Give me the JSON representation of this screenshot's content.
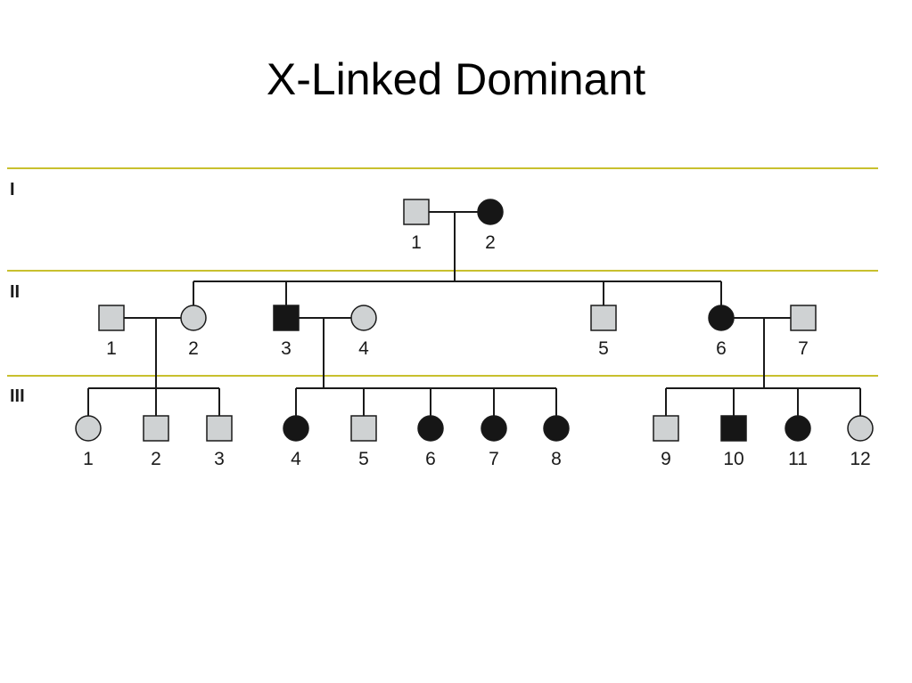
{
  "title": "X-Linked Dominant",
  "colors": {
    "affected": "#161616",
    "unaffected": "#cfd2d3",
    "outline": "#1a1a1a",
    "band": "#c8c02e"
  },
  "generations": [
    {
      "label": "I",
      "individuals": [
        {
          "id": "1",
          "sex": "male",
          "affected": false
        },
        {
          "id": "2",
          "sex": "female",
          "affected": true
        }
      ]
    },
    {
      "label": "II",
      "individuals": [
        {
          "id": "1",
          "sex": "male",
          "affected": false
        },
        {
          "id": "2",
          "sex": "female",
          "affected": false
        },
        {
          "id": "3",
          "sex": "male",
          "affected": true
        },
        {
          "id": "4",
          "sex": "female",
          "affected": false
        },
        {
          "id": "5",
          "sex": "male",
          "affected": false
        },
        {
          "id": "6",
          "sex": "female",
          "affected": true
        },
        {
          "id": "7",
          "sex": "male",
          "affected": false
        }
      ]
    },
    {
      "label": "III",
      "individuals": [
        {
          "id": "1",
          "sex": "female",
          "affected": false
        },
        {
          "id": "2",
          "sex": "male",
          "affected": false
        },
        {
          "id": "3",
          "sex": "male",
          "affected": false
        },
        {
          "id": "4",
          "sex": "female",
          "affected": true
        },
        {
          "id": "5",
          "sex": "male",
          "affected": false
        },
        {
          "id": "6",
          "sex": "female",
          "affected": true
        },
        {
          "id": "7",
          "sex": "female",
          "affected": true
        },
        {
          "id": "8",
          "sex": "female",
          "affected": true
        },
        {
          "id": "9",
          "sex": "male",
          "affected": false
        },
        {
          "id": "10",
          "sex": "male",
          "affected": true
        },
        {
          "id": "11",
          "sex": "female",
          "affected": true
        },
        {
          "id": "12",
          "sex": "female",
          "affected": false
        }
      ]
    }
  ]
}
